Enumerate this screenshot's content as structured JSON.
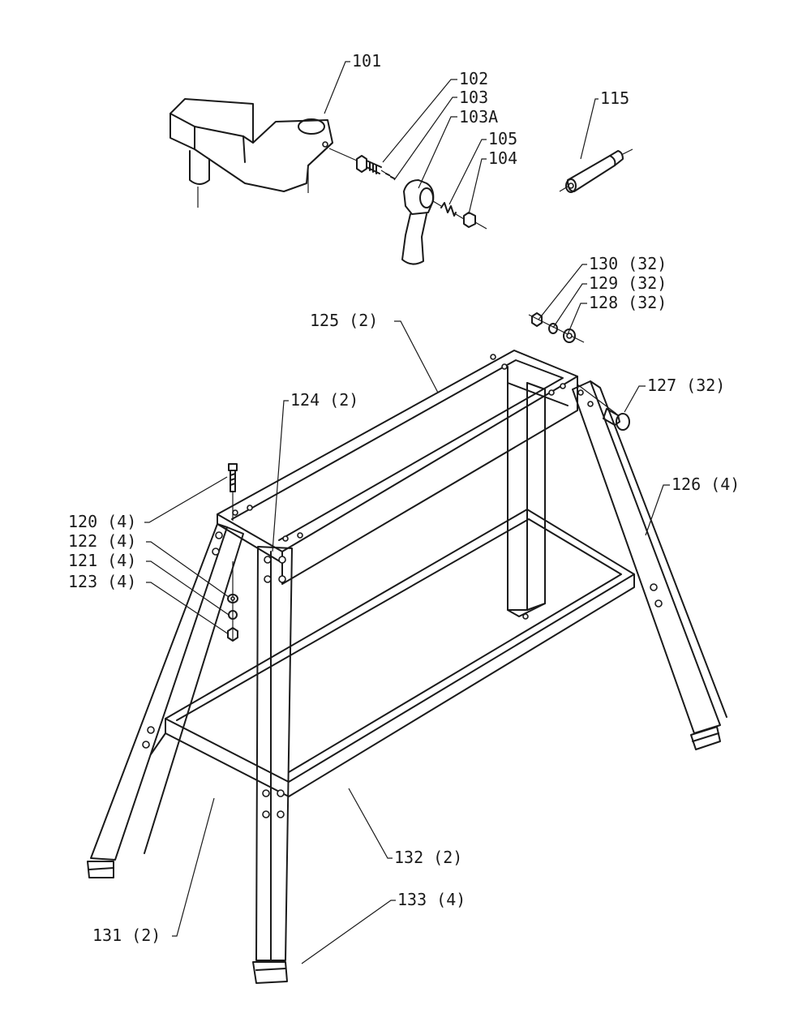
{
  "callouts": {
    "c101": "101",
    "c102": "102",
    "c103": "103",
    "c103a": "103A",
    "c105": "105",
    "c104": "104",
    "c115": "115",
    "c130": "130 (32)",
    "c129": "129 (32)",
    "c128": "128 (32)",
    "c125": "125 (2)",
    "c124": "124 (2)",
    "c127": "127 (32)",
    "c126": "126 (4)",
    "c120": "120 (4)",
    "c122": "122 (4)",
    "c121": "121 (4)",
    "c123": "123 (4)",
    "c132": "132 (2)",
    "c133": "133 (4)",
    "c131": "131 (2)"
  }
}
